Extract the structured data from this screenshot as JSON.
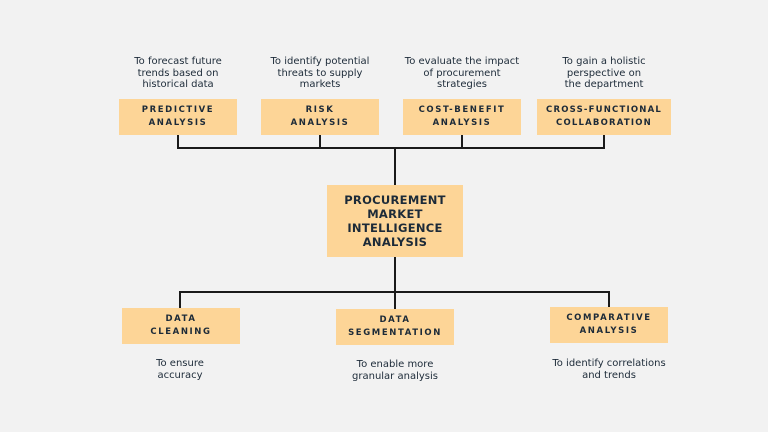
{
  "center": {
    "label": "PROCUREMENT\nMARKET\nINTELLIGENCE\nANALYSIS"
  },
  "top_items": [
    {
      "label": "PREDICTIVE\nANALYSIS",
      "description": "To forecast future\ntrends based on\nhistorical data"
    },
    {
      "label": "RISK\nANALYSIS",
      "description": "To identify potential\nthreats to supply\nmarkets"
    },
    {
      "label": "COST-BENEFIT\nANALYSIS",
      "description": "To evaluate the impact\nof  procurement\nstrategies"
    },
    {
      "label": "CROSS-FUNCTIONAL\nCOLLABORATION",
      "description": "To gain a holistic\nperspective on\nthe department"
    }
  ],
  "bottom_items": [
    {
      "label": "DATA\nCLEANING",
      "description": "To ensure\naccuracy"
    },
    {
      "label": "DATA\nSEGMENTATION",
      "description": "To enable more\ngranular analysis"
    },
    {
      "label": "COMPARATIVE\nANALYSIS",
      "description": "To identify correlations\nand trends"
    }
  ],
  "colors": {
    "background": "#f2f2f2",
    "box_fill": "#fdd597",
    "text": "#1c2a38",
    "connector": "#1a1a1a"
  }
}
